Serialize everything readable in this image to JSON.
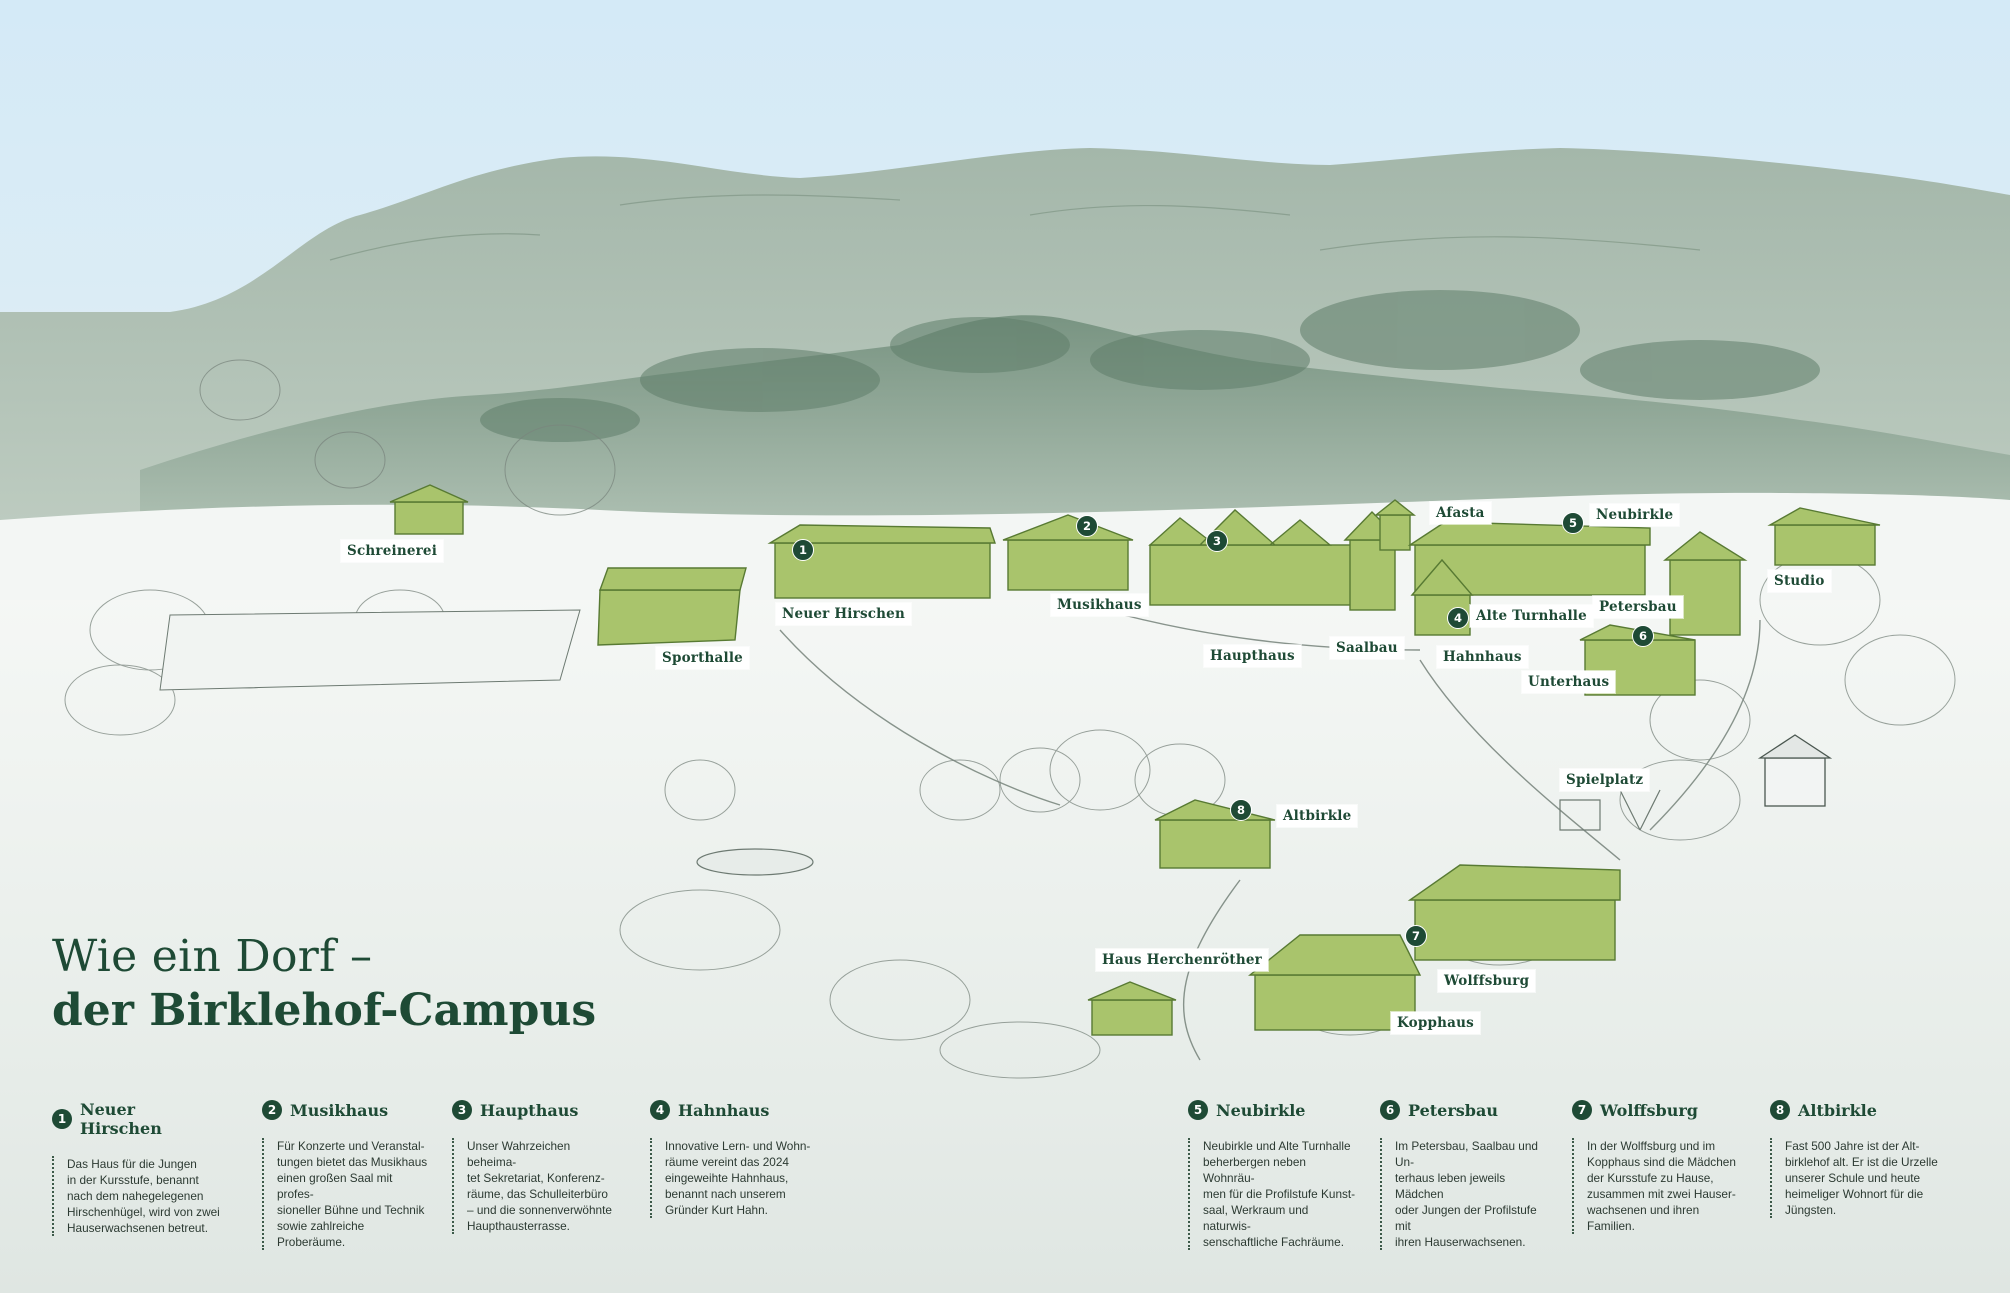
{
  "title": {
    "line1": "Wie ein Dorf –",
    "line2": "der Birklehof-Campus"
  },
  "colors": {
    "building": "#a9c46c",
    "hills": "#a4b7aa",
    "sky": "#d4eaf7",
    "accent": "#1e4a35"
  },
  "map_labels": {
    "schreinerei": "Schreinerei",
    "sporthalle": "Sporthalle",
    "neuer_hirschen": "Neuer Hirschen",
    "musikhaus": "Musikhaus",
    "haupthaus": "Haupthaus",
    "saalbau": "Saalbau",
    "afasta": "Afasta",
    "neubirkle": "Neubirkle",
    "alte_turnhalle": "Alte Turnhalle",
    "hahnhaus": "Hahnhaus",
    "petersbau": "Petersbau",
    "unterhaus": "Unterhaus",
    "studio": "Studio",
    "spielplatz": "Spielplatz",
    "altbirkle": "Altbirkle",
    "haus_herchenroether": "Haus Herchenröther",
    "wolffsburg": "Wolffsburg",
    "kopphaus": "Kopphaus"
  },
  "map_markers": [
    "1",
    "2",
    "3",
    "4",
    "5",
    "6",
    "7",
    "8"
  ],
  "legend": [
    {
      "num": "1",
      "name": "Neuer Hirschen",
      "text": "Das Haus für die Jungen\nin der Kursstufe, benannt\nnach dem nahegelegenen\nHirschenhügel, wird von zwei\nHauserwachsenen betreut."
    },
    {
      "num": "2",
      "name": "Musikhaus",
      "text": "Für Konzerte und Veranstal-\ntungen bietet das Musikhaus\neinen großen Saal mit profes-\nsioneller Bühne und Technik\nsowie zahlreiche Proberäume."
    },
    {
      "num": "3",
      "name": "Haupthaus",
      "text": "Unser Wahrzeichen beheima-\ntet Sekretariat, Konferenz-\nräume, das Schulleiterbüro\n– und die sonnenverwöhnte\nHaupthausterrasse."
    },
    {
      "num": "4",
      "name": "Hahnhaus",
      "text": "Innovative Lern- und Wohn-\nräume vereint das 2024\neingeweihte Hahnhaus,\nbenannt nach unserem\nGründer Kurt Hahn."
    },
    {
      "num": "5",
      "name": "Neubirkle",
      "text": "Neubirkle und Alte Turnhalle\nbeherbergen neben Wohnräu-\nmen für die Profilstufe Kunst-\nsaal, Werkraum und naturwis-\nsenschaftliche Fachräume."
    },
    {
      "num": "6",
      "name": "Petersbau",
      "text": "Im Petersbau, Saalbau und Un-\nterhaus leben jeweils Mädchen\noder Jungen der Profilstufe mit\nihren Hauserwachsenen."
    },
    {
      "num": "7",
      "name": "Wolffsburg",
      "text": "In der Wolffsburg und im\nKopphaus sind die Mädchen\nder Kursstufe zu Hause,\nzusammen mit zwei Hauser-\nwachsenen und ihren Familien."
    },
    {
      "num": "8",
      "name": "Altbirkle",
      "text": "Fast 500 Jahre ist der Alt-\nbirklehof alt. Er ist die Urzelle\nunserer Schule und heute\nheimeliger Wohnort für die\nJüngsten."
    }
  ]
}
